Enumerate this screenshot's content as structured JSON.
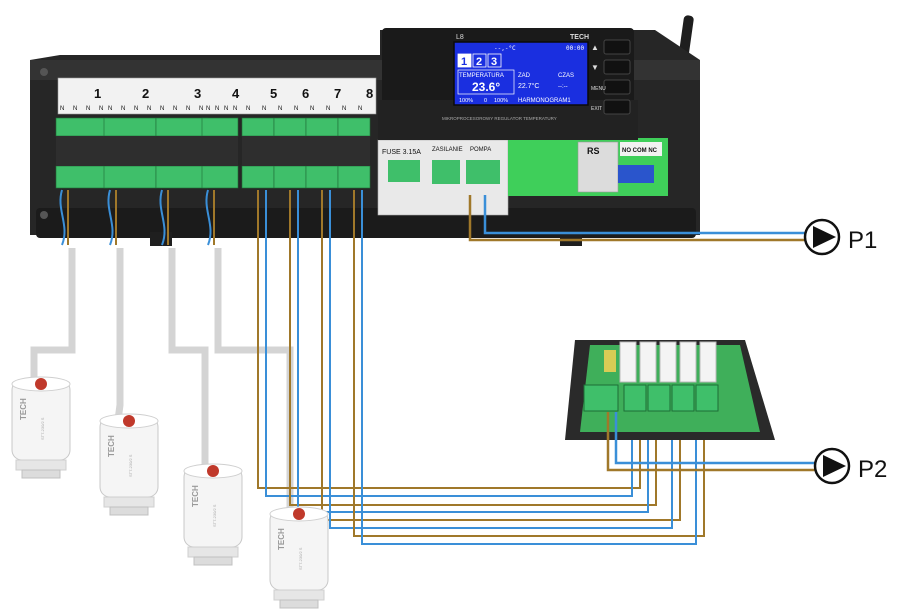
{
  "controller": {
    "model": "L8",
    "brand": "TECH",
    "subtitle": "MIKROPROCESOROWY REGULATOR TEMPERATURY",
    "zone_numbers": [
      "1",
      "2",
      "3",
      "4",
      "5",
      "6",
      "7",
      "8"
    ],
    "terminal_n": "N",
    "fuse_label": "FUSE 3.15A",
    "power_label": "ZASILANIE",
    "pump_label": "POMPA",
    "rs_label": "RS",
    "relay_label": "NO COM NC",
    "buttons": [
      "▲",
      "▼",
      "MENU",
      "EXIT"
    ]
  },
  "display": {
    "status_text": "--,-°C",
    "clock_text": "00:00",
    "tabs": [
      "1",
      "2",
      "3"
    ],
    "temp_label": "TEMPERATURA",
    "temp_value": "23.6°",
    "set_label": "ZAD",
    "set_value": "22.7°C",
    "time_label": "CZAS",
    "time_value": "--:--",
    "footer_left": "100%",
    "footer_mid": "0",
    "footer_right": "100%",
    "schedule": "HARMONOGRAM1"
  },
  "actuator": {
    "brand": "TECH",
    "model": "STT-230/2 S"
  },
  "pumps": {
    "p1": "P1",
    "p2": "P2"
  },
  "colors": {
    "wire_blue": "#3a8fd8",
    "wire_brown": "#a0782a",
    "housing": "#2b2b2b",
    "terminal_green": "#3fbf6a",
    "lcd_blue": "#1a2fe0"
  }
}
